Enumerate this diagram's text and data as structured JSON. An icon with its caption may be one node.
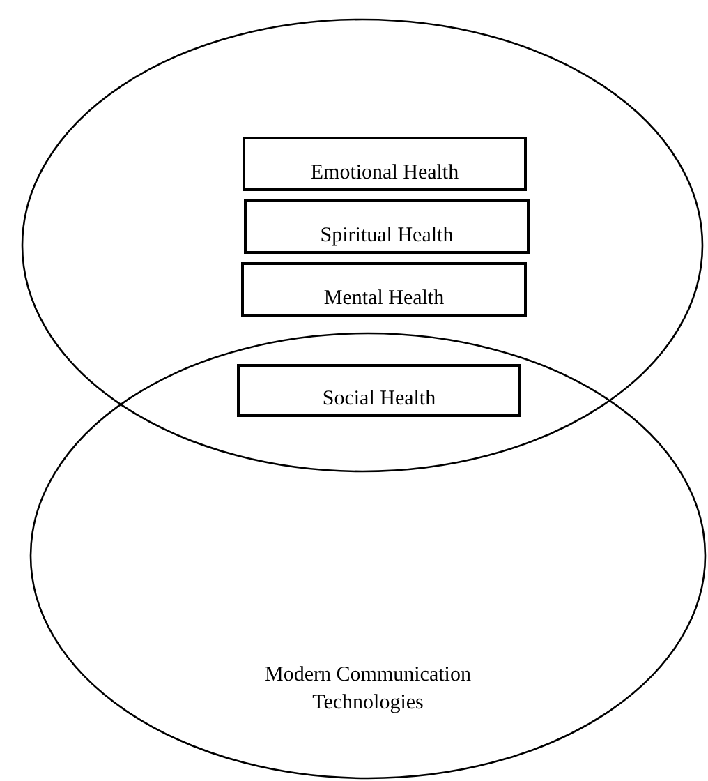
{
  "diagram": {
    "nodes": [
      {
        "text": [],
        "shape": "ellipse"
      },
      {
        "text": [
          "Emotional Health"
        ],
        "in": 0
      },
      {
        "text": [
          "Spiritual Health"
        ],
        "in": 0
      },
      {
        "text": [
          "Mental Health"
        ],
        "in": 0
      },
      {
        "text": [
          "Social Health"
        ]
      },
      {
        "text": [
          "Modern Communication Technologies"
        ]
      }
    ]
  }
}
